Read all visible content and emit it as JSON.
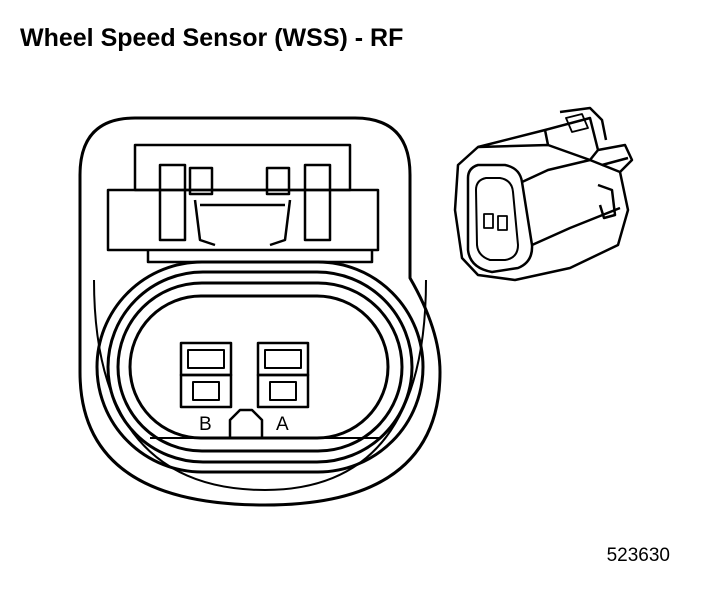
{
  "title": "Wheel Speed Sensor (WSS) - RF",
  "figure_id": "523630",
  "pins": {
    "left": "B",
    "right": "A"
  }
}
